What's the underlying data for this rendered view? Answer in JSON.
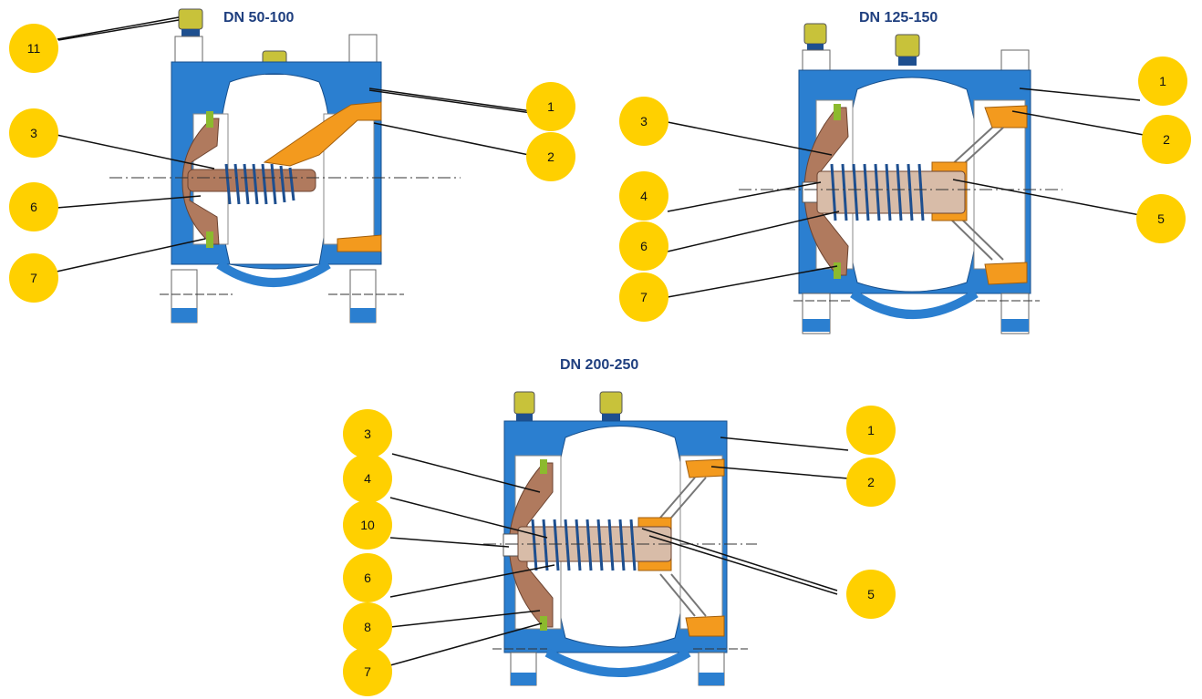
{
  "colors": {
    "body": "#2b7fd0",
    "bronze": "#b07a5e",
    "orange": "#f39a1e",
    "callout": "#ffd000",
    "title": "#1f3f7f",
    "spring": "#1e4f8f",
    "stem": "#d8bca8",
    "plug": "#c8c23a"
  },
  "diagrams": [
    {
      "title": "DN 50-100",
      "callouts": [
        "11",
        "1",
        "2",
        "3",
        "6",
        "7"
      ]
    },
    {
      "title": "DN 125-150",
      "callouts": [
        "1",
        "2",
        "3",
        "4",
        "5",
        "6",
        "7"
      ]
    },
    {
      "title": "DN 200-250",
      "callouts": [
        "1",
        "2",
        "3",
        "4",
        "10",
        "5",
        "6",
        "8",
        "7"
      ]
    }
  ]
}
